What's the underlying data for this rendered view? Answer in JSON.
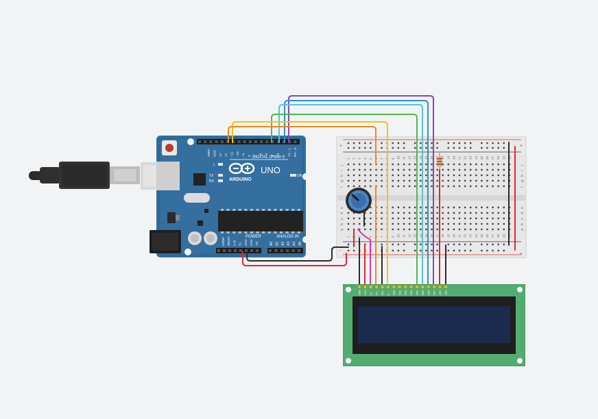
{
  "arduino": {
    "brand_text": "ARDUINO",
    "model_text": "UNO",
    "digital_label": "DIGITAL (PWM~)",
    "power_label": "POWER",
    "analog_label": "ANALOG IN",
    "on_label": "ON",
    "tx_label": "TX",
    "rx_label": "RX",
    "l_label": "L",
    "top_pin_labels": [
      "AREF",
      "GND",
      "13",
      "12",
      "~11",
      "~10",
      "~9",
      "8",
      "7",
      "~6",
      "~5",
      "4",
      "~3",
      "2",
      "TX→1",
      "RX←0"
    ],
    "power_pin_labels": [
      "IOREF",
      "RESET",
      "3.3V",
      "5V",
      "GND",
      "GND",
      "Vin"
    ],
    "analog_pin_labels": [
      "A0",
      "A1",
      "A2",
      "A3",
      "A4",
      "A5"
    ]
  },
  "breadboard": {
    "row_letters_top": [
      "j",
      "i",
      "h",
      "g",
      "f"
    ],
    "row_letters_bottom": [
      "e",
      "d",
      "c",
      "b",
      "a"
    ],
    "column_numbers": [
      "1",
      "2",
      "3",
      "4",
      "5",
      "6",
      "7",
      "8",
      "9",
      "10",
      "11",
      "12",
      "13",
      "14",
      "15",
      "16",
      "17",
      "18",
      "19",
      "20",
      "21",
      "22",
      "23",
      "24",
      "25",
      "26",
      "27",
      "28",
      "29",
      "30"
    ],
    "rail_plus": "+",
    "rail_minus": "-"
  },
  "lcd": {
    "pin_labels": [
      "GND",
      "VCC",
      "V0",
      "RS",
      "RW",
      "E",
      "DB0",
      "DB1",
      "DB2",
      "DB3",
      "DB4",
      "DB5",
      "DB6",
      "DB7",
      "LED",
      "LED"
    ]
  },
  "colors": {
    "background": "#f1f3f5",
    "arduino_board": "#2f6e9e",
    "lcd_pcb": "#4aa56a",
    "lcd_screen": "#1b2b4e",
    "wire_red": "#e0282e",
    "wire_black": "#2b2b2b",
    "wire_yellow": "#f1c40f",
    "wire_orange": "#f08a1c",
    "wire_green": "#4dbb4a",
    "wire_blue": "#2d8fd5",
    "wire_cyan": "#4fc6e0",
    "wire_purple": "#8e44ad",
    "wire_magenta": "#d63aa8"
  }
}
